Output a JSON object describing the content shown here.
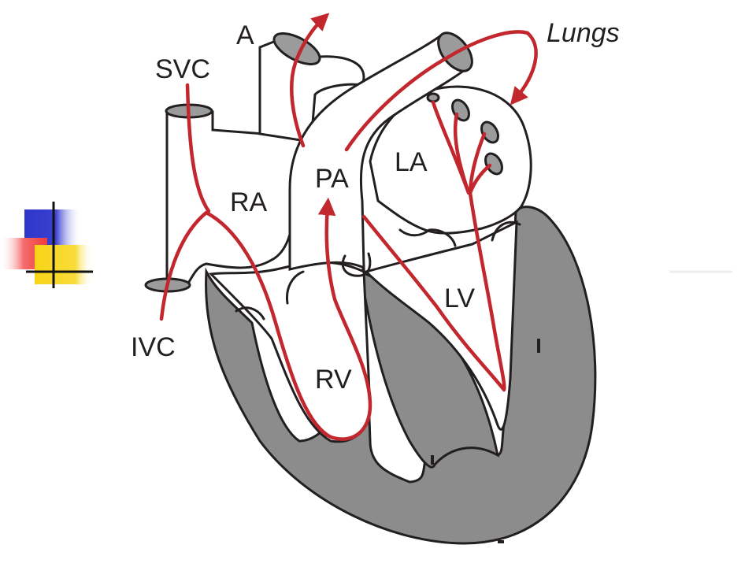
{
  "diagram": {
    "labels": {
      "aorta": "A",
      "svc": "SVC",
      "lungs": "Lungs",
      "ra": "RA",
      "pa": "PA",
      "la": "LA",
      "lv": "LV",
      "ivc": "IVC",
      "rv": "RV"
    },
    "colors": {
      "flow": "#c1272d",
      "myocardium": "#8c8c8c",
      "outline": "#231f20",
      "vessel_opening": "#9b9b9b",
      "deco_blue": "#2e36c9",
      "deco_yellow": "#f7d417",
      "deco_red": "#f03b3b"
    }
  }
}
